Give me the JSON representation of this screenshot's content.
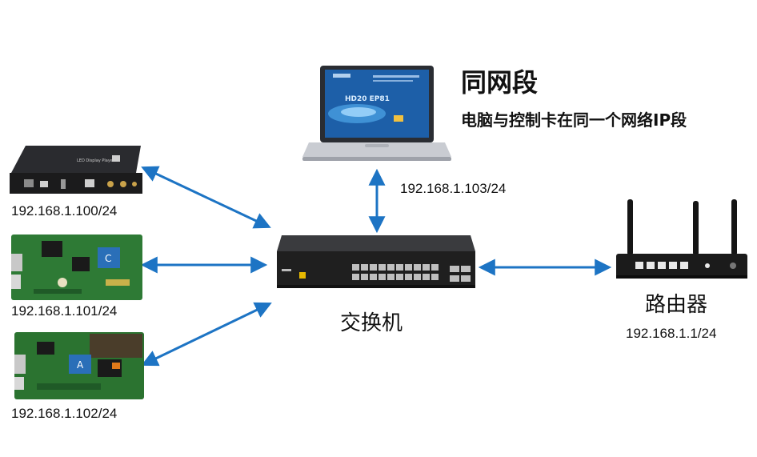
{
  "header": {
    "title": "同网段",
    "subtitle": "电脑与控制卡在同一个网络IP段"
  },
  "laptop": {
    "ip": "192.168.1.103/24",
    "screen_text": "HD20 EP81"
  },
  "switch": {
    "label": "交换机"
  },
  "router": {
    "label": "路由器",
    "ip": "192.168.1.1/24"
  },
  "controllers": [
    {
      "ip": "192.168.1.100/24",
      "device_label": "LED Display Player"
    },
    {
      "ip": "192.168.1.101/24",
      "chip_label": "C"
    },
    {
      "ip": "192.168.1.102/24",
      "chip_label": "A"
    }
  ],
  "colors": {
    "arrow": "#1d74c4",
    "device_dark": "#1f1f1f",
    "pcb_green": "#2e7a35",
    "laptop_screen": "#1d5fa8",
    "laptop_body": "#b9bcc2"
  }
}
